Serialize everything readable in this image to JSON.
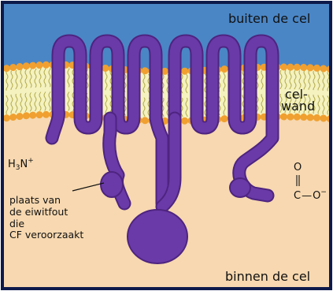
{
  "labels": {
    "outside": "buiten de cel",
    "inside": "binnen de cel",
    "membrane_line1": "cel-",
    "membrane_line2": "wand",
    "defect_line1": "plaats van",
    "defect_line2": "de eiwitfout",
    "defect_line3": "die",
    "defect_line4": "CF veroorzaakt"
  },
  "n_terminus": {
    "main": "H",
    "sub": "3",
    "n": "N",
    "charge": "+"
  },
  "c_terminus": {
    "oxygen_top": "O",
    "carbon": "C",
    "dash": "—",
    "oxygen_right": "O",
    "charge": "−"
  },
  "colors": {
    "outside": "#4a86c6",
    "inside": "#f7d8b0",
    "membrane_core": "#f5f2c0",
    "lipid_head": "#f0a030",
    "lipid_tail": "#b0a848",
    "protein": "#6a3aa8",
    "protein_edge": "#4e2480",
    "frame": "#0d1a4a"
  }
}
